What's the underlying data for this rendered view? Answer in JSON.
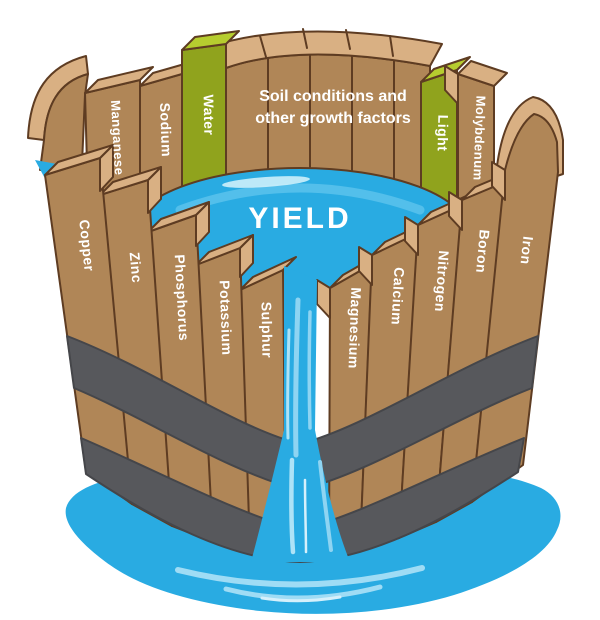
{
  "diagram": {
    "type": "liebig-barrel",
    "yield_label": "YIELD",
    "back_panel_line1": "Soil conditions and",
    "back_panel_line2": "other growth factors",
    "stave_labels": {
      "manganese": "Manganese",
      "sodium": "Sodium",
      "water": "Water",
      "light": "Light",
      "molybdenum": "Molybdenum",
      "copper": "Copper",
      "zinc": "Zinc",
      "phosphorus": "Phosphorus",
      "potassium": "Potassium",
      "sulphur": "Sulphur",
      "magnesium": "Magnesium",
      "calcium": "Calcium",
      "nitrogen": "Nitrogen",
      "boron": "Boron",
      "iron": "Iron"
    },
    "colors": {
      "wood_front": "#B08657",
      "wood_top": "#D9B083",
      "wood_outline": "#5E3C22",
      "green_front": "#90A31D",
      "green_top": "#B6CD2F",
      "hoop_gray": "#57585C",
      "water_blue": "#29ABE2",
      "water_highlight": "#8ED4F2",
      "label_text": "#FFFFFF"
    }
  }
}
